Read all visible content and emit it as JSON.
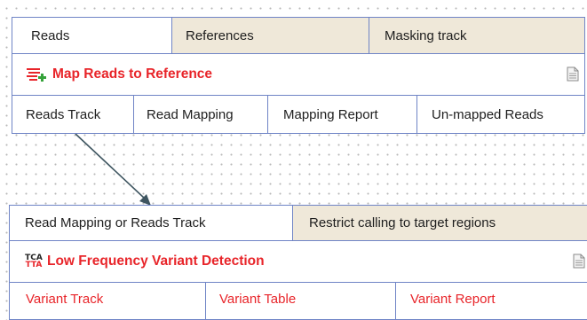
{
  "map_reads": {
    "inputs": [
      "Reads",
      "References",
      "Masking track"
    ],
    "title": "Map Reads to Reference",
    "outputs": [
      "Reads Track",
      "Read Mapping",
      "Mapping Report",
      "Un-mapped Reads"
    ]
  },
  "low_freq": {
    "inputs": [
      "Read Mapping or Reads Track",
      "Restrict calling to target regions"
    ],
    "icon_text_top": "TCA",
    "icon_text_bottom": "TTA",
    "title": "Low Frequency Variant Detection",
    "outputs": [
      "Variant Track",
      "Variant Table",
      "Variant Report"
    ]
  },
  "colors": {
    "border": "#6f84c6",
    "title_red": "#e8252a",
    "optional_input_bg": "#efe8d9",
    "arrow": "#3e5560"
  },
  "icons": [
    "map-reads-icon",
    "document-icon",
    "tca-tta-icon",
    "arrow-connector"
  ]
}
